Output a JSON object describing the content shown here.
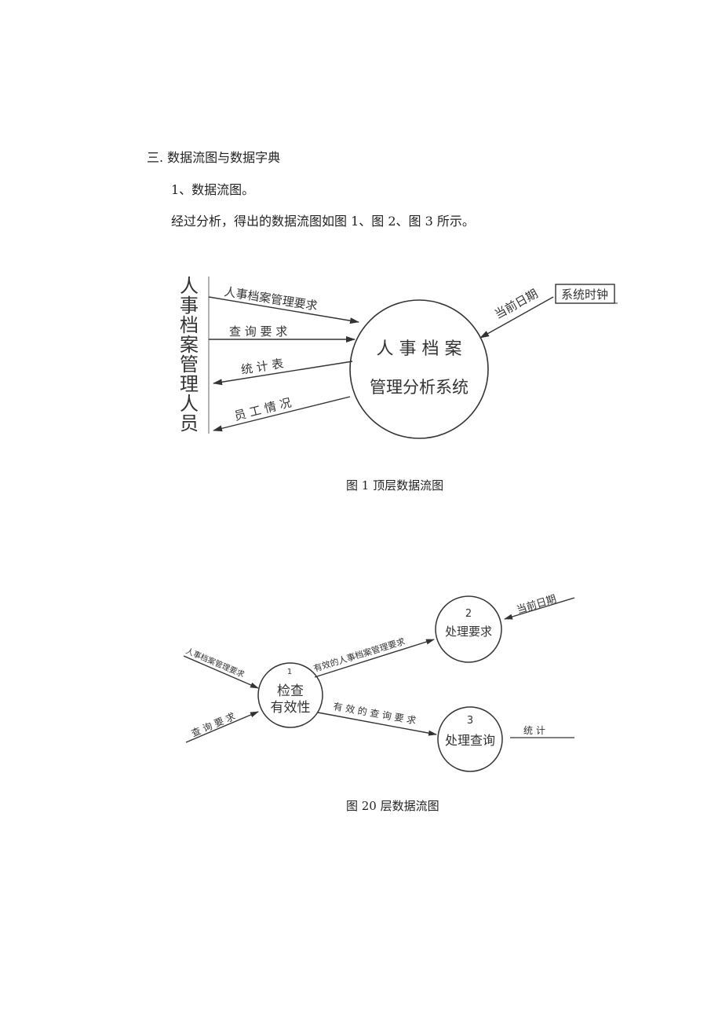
{
  "document": {
    "section_heading": "三. 数据流图与数据字典",
    "subheading": "1、数据流图。",
    "intro": "经过分析，得出的数据流图如图 1、图 2、图 3 所示。"
  },
  "figure1": {
    "caption": "图 1 顶层数据流图",
    "external_entity": [
      "人",
      "事",
      "档",
      "案",
      "管",
      "理",
      "人",
      "员"
    ],
    "process_line1": "人 事 档 案",
    "process_line2": "管理分析系统",
    "clock": "系统时钟",
    "flows": {
      "request": "人事档案管理要求",
      "query": "查 询 要 求",
      "stats": "统  计  表",
      "staff": "员  工  情  况",
      "date": "当前日期"
    }
  },
  "figure2": {
    "caption": "图 20 层数据流图",
    "p1_num": "1",
    "p1_line1": "检查",
    "p1_line2": "有效性",
    "p2_num": "2",
    "p2_label": "处理要求",
    "p3_num": "3",
    "p3_label": "处理查询",
    "flows": {
      "in_request": "人事档案管理要求",
      "in_query": "查 询 要 求",
      "valid_request": "有效的人事档案管理要求",
      "valid_query": "有 效 的 查 询 要 求",
      "date": "当前日期",
      "stats": "统    计"
    }
  }
}
